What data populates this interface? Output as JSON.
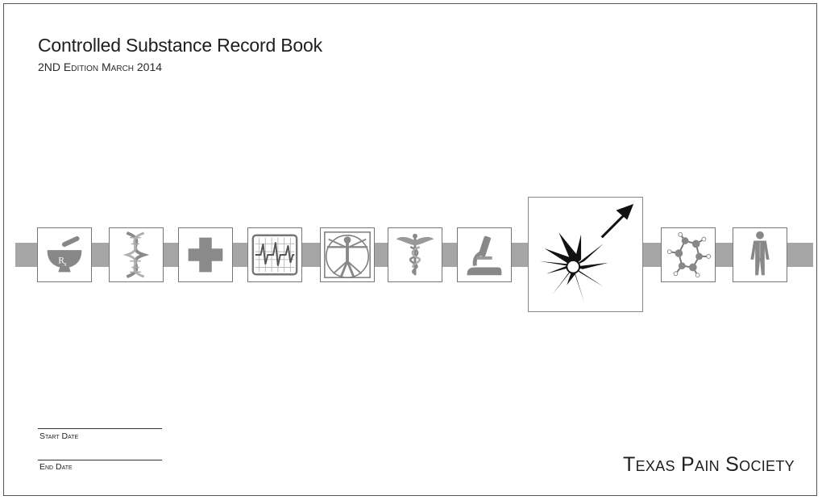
{
  "cover": {
    "title": "Controlled Substance Record Book",
    "edition": "2ND Edition  March 2014",
    "start_label": "Start Date",
    "end_label": "End Date",
    "organization": "Texas Pain Society"
  },
  "icons": [
    "mortar-pestle-rx-icon",
    "dna-helix-icon",
    "medical-cross-icon",
    "ecg-monitor-icon",
    "vitruvian-man-icon",
    "caduceus-icon",
    "microscope-icon",
    "pain-burst-icon",
    "molecule-icon",
    "human-body-icon"
  ]
}
